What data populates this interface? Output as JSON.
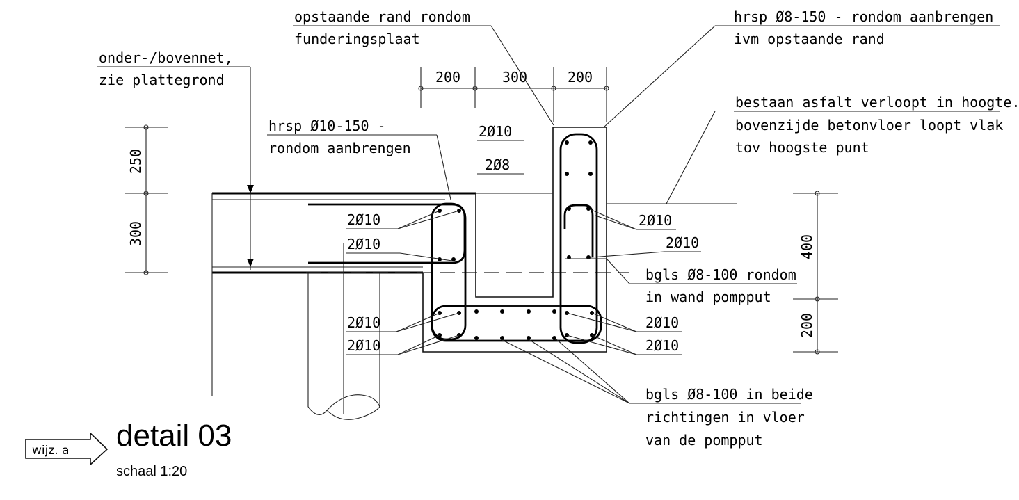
{
  "labels": {
    "raised_edge": [
      "opstaande rand rondom",
      "funderingsplaat"
    ],
    "hrsp8": [
      "hrsp Ø8-150 - rondom aanbrengen",
      "ivm opstaande rand"
    ],
    "net": [
      "onder-/bovennet,",
      "zie plattegrond"
    ],
    "hrsp10": [
      "hrsp Ø10-150 -",
      "rondom aanbrengen"
    ],
    "asphalt": [
      "bestaan asfalt verloopt in hoogte.",
      "bovenzijde betonvloer loopt vlak",
      "tov hoogste punt"
    ],
    "bgls_wall": [
      "bgls Ø8-100 rondom",
      "in wand pompput"
    ],
    "bgls_floor": [
      "bgls Ø8-100 in beide",
      "richtingen in vloer",
      "van de pompput"
    ],
    "bar_2d10": "2Ø10",
    "bar_2d8": "2Ø8"
  },
  "dimensions": {
    "top": [
      "200",
      "300",
      "200"
    ],
    "left": [
      "250",
      "300"
    ],
    "right": [
      "400",
      "200"
    ]
  },
  "title": {
    "revision_tag": "wijz. a",
    "name": "detail 03",
    "scale": "schaal 1:20"
  }
}
